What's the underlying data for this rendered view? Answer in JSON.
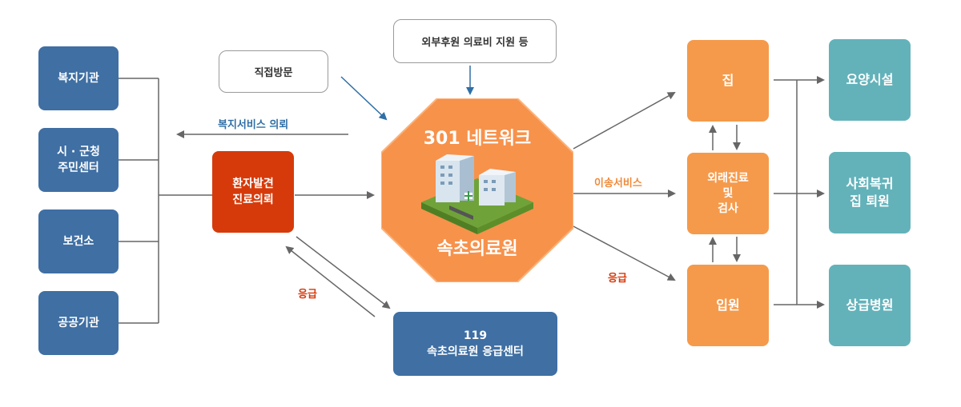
{
  "left_column": {
    "welfare_agency": "복지기관",
    "community_center": "시 · 군청\n주민센터",
    "health_center": "보건소",
    "public_agency": "공공기관"
  },
  "patient_referral": "환자발견\n진료의뢰",
  "direct_visit": "직접방문",
  "external_support": "외부후원 의료비 지원 등",
  "welfare_request_label": "복지서비스 의뢰",
  "emergency_label_left": "응급",
  "center": {
    "title": "301 네트워크",
    "hospital": "속초의료원"
  },
  "emergency_center": "119\n속초의료원 응급센터",
  "transport_label": "이송서비스",
  "emergency_label_right": "응급",
  "middle_right": {
    "home": "집",
    "outpatient": "외래진료\n및\n검사",
    "admission": "입원"
  },
  "right_column": {
    "nursing_facility": "요양시설",
    "social_return": "사회복귀\n집 퇴원",
    "higher_hospital": "상급병원"
  },
  "colors": {
    "blue": "#3f6fa3",
    "orange": "#f59a4b",
    "teal": "#63b2ba",
    "red": "#d63a0a",
    "arrow_blue": "#2f6fa6",
    "line_gray": "#666666"
  }
}
